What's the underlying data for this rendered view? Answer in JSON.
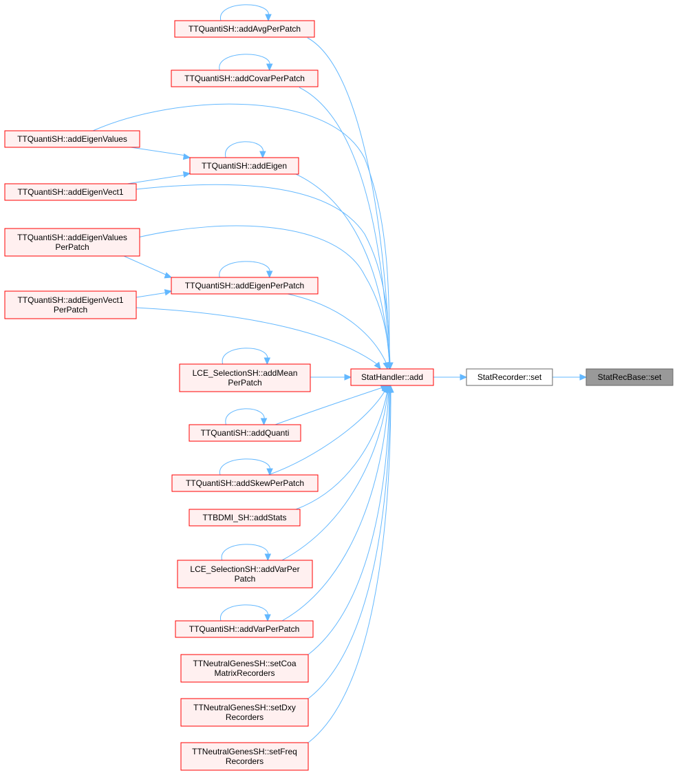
{
  "colors": {
    "edge": "#63b8ff",
    "node_fill": "#fff0f0",
    "node_border": "#ff0000",
    "plain_fill": "#ffffff",
    "plain_border": "#666666",
    "root_fill": "#999999"
  },
  "nodes": [
    {
      "id": "addAvgPerPatch",
      "lines": [
        "TTQuantiSH::addAvgPerPatch"
      ]
    },
    {
      "id": "addCovarPerPatch",
      "lines": [
        "TTQuantiSH::addCovarPerPatch"
      ]
    },
    {
      "id": "addEigenValues",
      "lines": [
        "TTQuantiSH::addEigenValues"
      ]
    },
    {
      "id": "addEigen",
      "lines": [
        "TTQuantiSH::addEigen"
      ]
    },
    {
      "id": "addEigenVect1",
      "lines": [
        "TTQuantiSH::addEigenVect1"
      ]
    },
    {
      "id": "addEigenValuesPerPatch",
      "lines": [
        "TTQuantiSH::addEigenValues",
        "PerPatch"
      ]
    },
    {
      "id": "addEigenPerPatch",
      "lines": [
        "TTQuantiSH::addEigenPerPatch"
      ]
    },
    {
      "id": "addEigenVect1PerPatch",
      "lines": [
        "TTQuantiSH::addEigenVect1",
        "PerPatch"
      ]
    },
    {
      "id": "addMeanPerPatch",
      "lines": [
        "LCE_SelectionSH::addMean",
        "PerPatch"
      ]
    },
    {
      "id": "addQuanti",
      "lines": [
        "TTQuantiSH::addQuanti"
      ]
    },
    {
      "id": "addSkewPerPatch",
      "lines": [
        "TTQuantiSH::addSkewPerPatch"
      ]
    },
    {
      "id": "addStats",
      "lines": [
        "TTBDMI_SH::addStats"
      ]
    },
    {
      "id": "addVarPerPatchLCE",
      "lines": [
        "LCE_SelectionSH::addVarPer",
        "Patch"
      ]
    },
    {
      "id": "addVarPerPatch",
      "lines": [
        "TTQuantiSH::addVarPerPatch"
      ]
    },
    {
      "id": "setCoaMatrixRecorders",
      "lines": [
        "TTNeutralGenesSH::setCoa",
        "MatrixRecorders"
      ]
    },
    {
      "id": "setDxyRecorders",
      "lines": [
        "TTNeutralGenesSH::setDxy",
        "Recorders"
      ]
    },
    {
      "id": "setFreqRecorders",
      "lines": [
        "TTNeutralGenesSH::setFreq",
        "Recorders"
      ]
    },
    {
      "id": "statHandlerAdd",
      "lines": [
        "StatHandler::add"
      ]
    },
    {
      "id": "statRecorderSet",
      "lines": [
        "StatRecorder::set"
      ]
    },
    {
      "id": "statRecBaseSet",
      "lines": [
        "StatRecBase::set"
      ]
    }
  ],
  "edges": [
    {
      "from": "addAvgPerPatch",
      "to": "statHandlerAdd"
    },
    {
      "from": "addCovarPerPatch",
      "to": "statHandlerAdd"
    },
    {
      "from": "addEigenValues",
      "to": "statHandlerAdd"
    },
    {
      "from": "addEigenValues",
      "to": "addEigen"
    },
    {
      "from": "addEigenVect1",
      "to": "addEigen"
    },
    {
      "from": "addEigen",
      "to": "statHandlerAdd"
    },
    {
      "from": "addEigenVect1",
      "to": "statHandlerAdd"
    },
    {
      "from": "addEigenValuesPerPatch",
      "to": "statHandlerAdd"
    },
    {
      "from": "addEigenValuesPerPatch",
      "to": "addEigenPerPatch"
    },
    {
      "from": "addEigenVect1PerPatch",
      "to": "addEigenPerPatch"
    },
    {
      "from": "addEigenPerPatch",
      "to": "statHandlerAdd"
    },
    {
      "from": "addEigenVect1PerPatch",
      "to": "statHandlerAdd"
    },
    {
      "from": "addMeanPerPatch",
      "to": "statHandlerAdd"
    },
    {
      "from": "addQuanti",
      "to": "statHandlerAdd"
    },
    {
      "from": "addSkewPerPatch",
      "to": "statHandlerAdd"
    },
    {
      "from": "addStats",
      "to": "statHandlerAdd"
    },
    {
      "from": "addVarPerPatchLCE",
      "to": "statHandlerAdd"
    },
    {
      "from": "addVarPerPatch",
      "to": "statHandlerAdd"
    },
    {
      "from": "setCoaMatrixRecorders",
      "to": "statHandlerAdd"
    },
    {
      "from": "setDxyRecorders",
      "to": "statHandlerAdd"
    },
    {
      "from": "setFreqRecorders",
      "to": "statHandlerAdd"
    },
    {
      "from": "statHandlerAdd",
      "to": "statRecorderSet"
    },
    {
      "from": "statRecorderSet",
      "to": "statRecBaseSet"
    },
    {
      "from": "addAvgPerPatch",
      "to": "addAvgPerPatch"
    },
    {
      "from": "addCovarPerPatch",
      "to": "addCovarPerPatch"
    },
    {
      "from": "addEigen",
      "to": "addEigen"
    },
    {
      "from": "addEigenPerPatch",
      "to": "addEigenPerPatch"
    },
    {
      "from": "addMeanPerPatch",
      "to": "addMeanPerPatch"
    },
    {
      "from": "addQuanti",
      "to": "addQuanti"
    },
    {
      "from": "addSkewPerPatch",
      "to": "addSkewPerPatch"
    },
    {
      "from": "addVarPerPatchLCE",
      "to": "addVarPerPatchLCE"
    },
    {
      "from": "addVarPerPatch",
      "to": "addVarPerPatch"
    }
  ]
}
